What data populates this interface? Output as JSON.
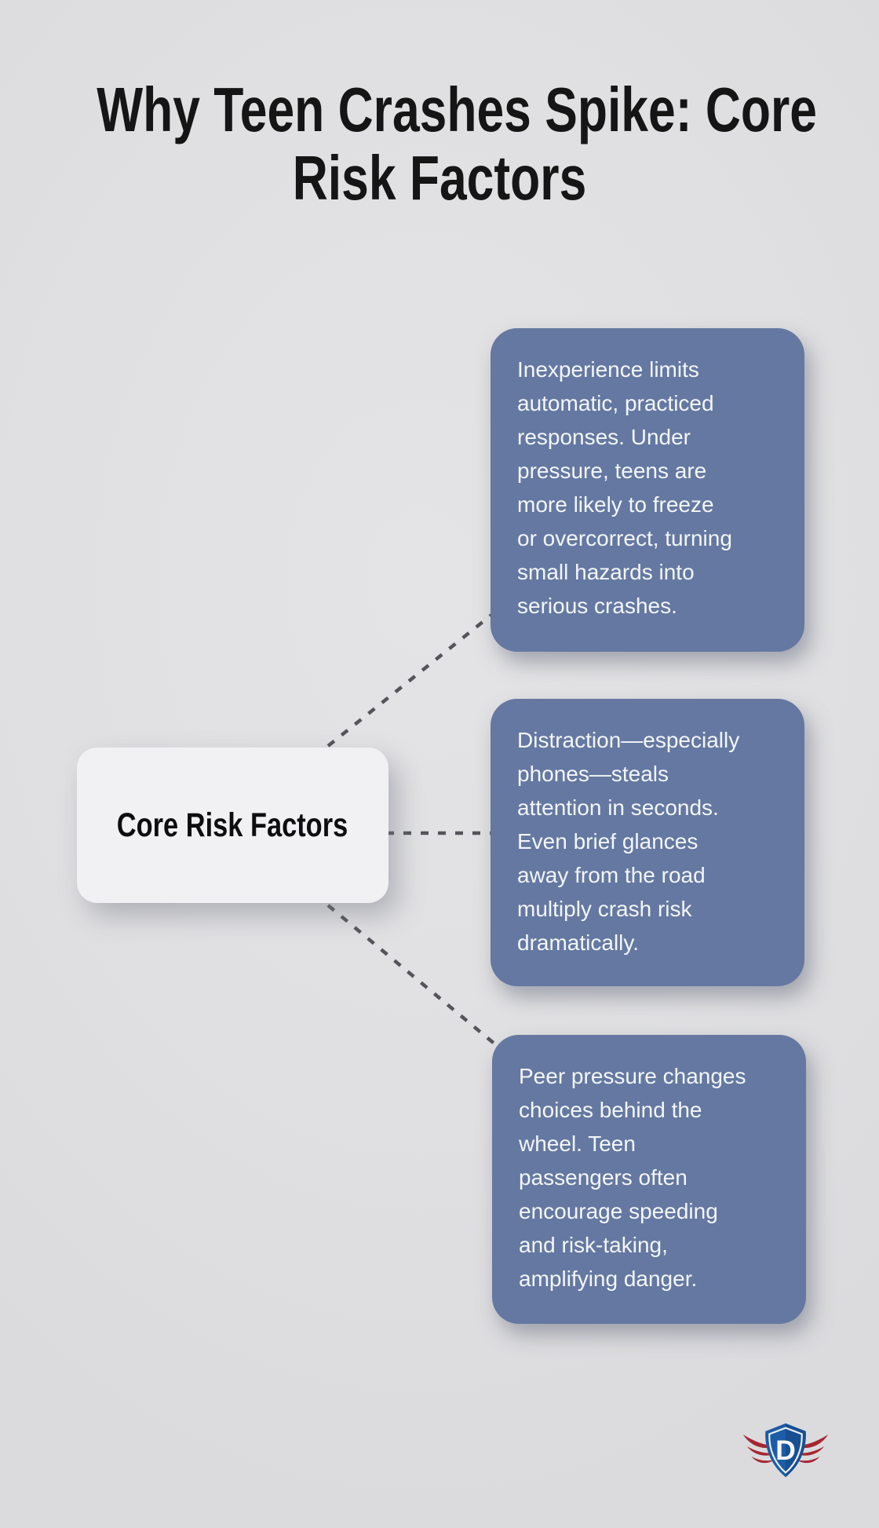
{
  "title": {
    "line1": "Why Teen Crashes Spike: Core",
    "line2": "Risk Factors"
  },
  "center_node": {
    "label": "Core Risk Factors"
  },
  "branches": [
    {
      "text": "Inexperience limits\nautomatic, practiced\nresponses. Under\npressure, teens are\nmore likely to freeze\nor overcorrect, turning\nsmall hazards into\nserious crashes."
    },
    {
      "text": "Distraction—especially\nphones—steals\nattention in seconds.\nEven brief glances\naway from the road\nmultiply crash risk\ndramatically."
    },
    {
      "text": "Peer pressure changes\nchoices behind the\nwheel. Teen\npassengers often\nencourage speeding\nand risk-taking,\namplifying danger."
    }
  ],
  "logo": {
    "letter": "D"
  },
  "colors": {
    "bg": "#e0e0e2",
    "bg-light": "#e4e4e6",
    "bg-dark": "#dbdbde",
    "title": "#151515",
    "box-blue": "#6478a1",
    "box-text": "#f3f6f9",
    "node-bg": "#f1f1f4",
    "dash": "#54545a",
    "logo-shield-blue": "#1d5ca6",
    "logo-shield-dark": "#174f93",
    "logo-wing-red": "#a62630",
    "logo-outline": "#edf1f5"
  }
}
